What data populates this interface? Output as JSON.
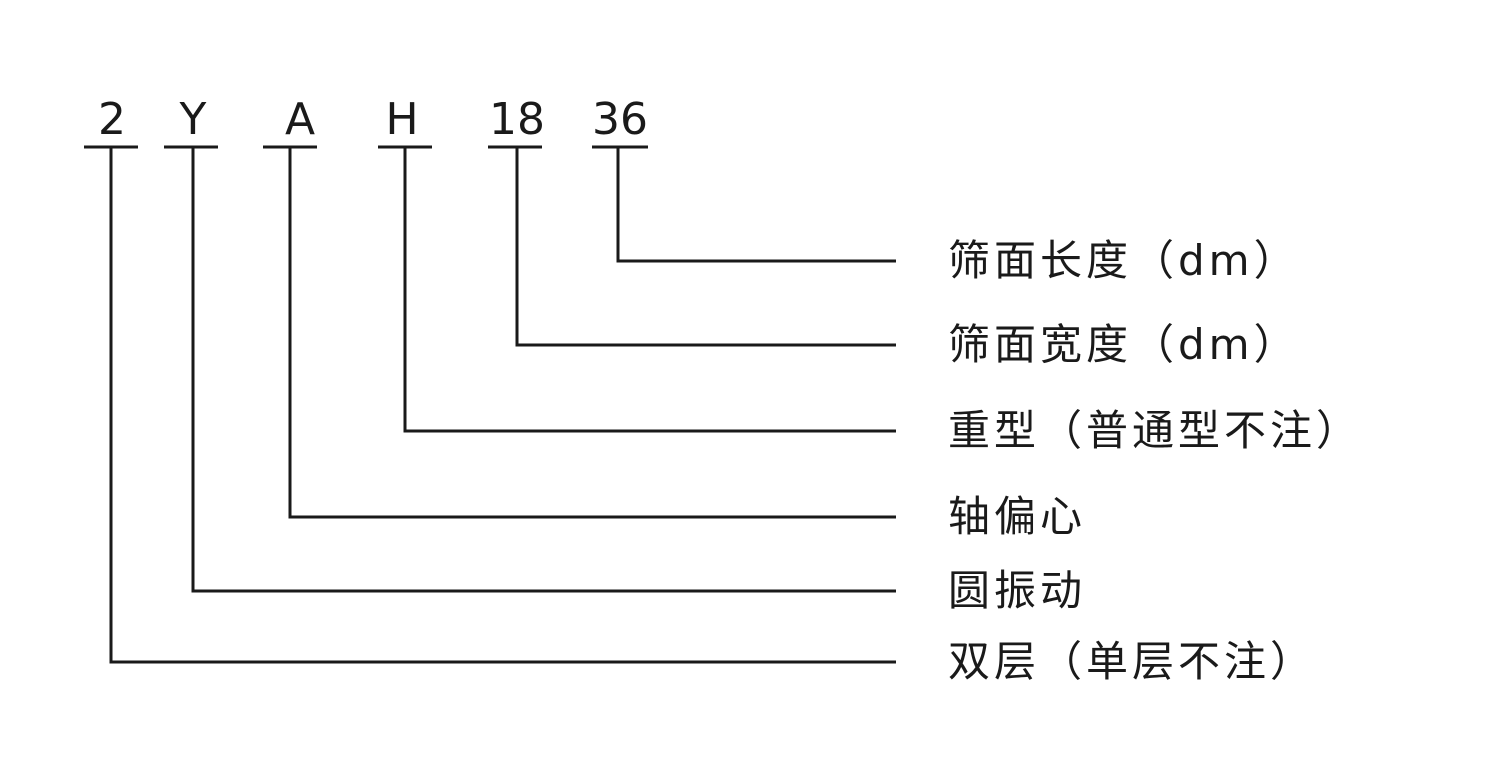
{
  "model_code": {
    "segments": [
      {
        "code": "2",
        "meaning": "双层（单层不注）"
      },
      {
        "code": "Y",
        "meaning": "圆振动"
      },
      {
        "code": "A",
        "meaning": "轴偏心"
      },
      {
        "code": "H",
        "meaning": "重型（普通型不注）"
      },
      {
        "code": "18",
        "meaning": "筛面宽度（dm）"
      },
      {
        "code": "36",
        "meaning": "筛面长度（dm）"
      }
    ]
  },
  "colors": {
    "line": "#1a1a1a",
    "text": "#1a1a1a",
    "background": "#ffffff"
  }
}
